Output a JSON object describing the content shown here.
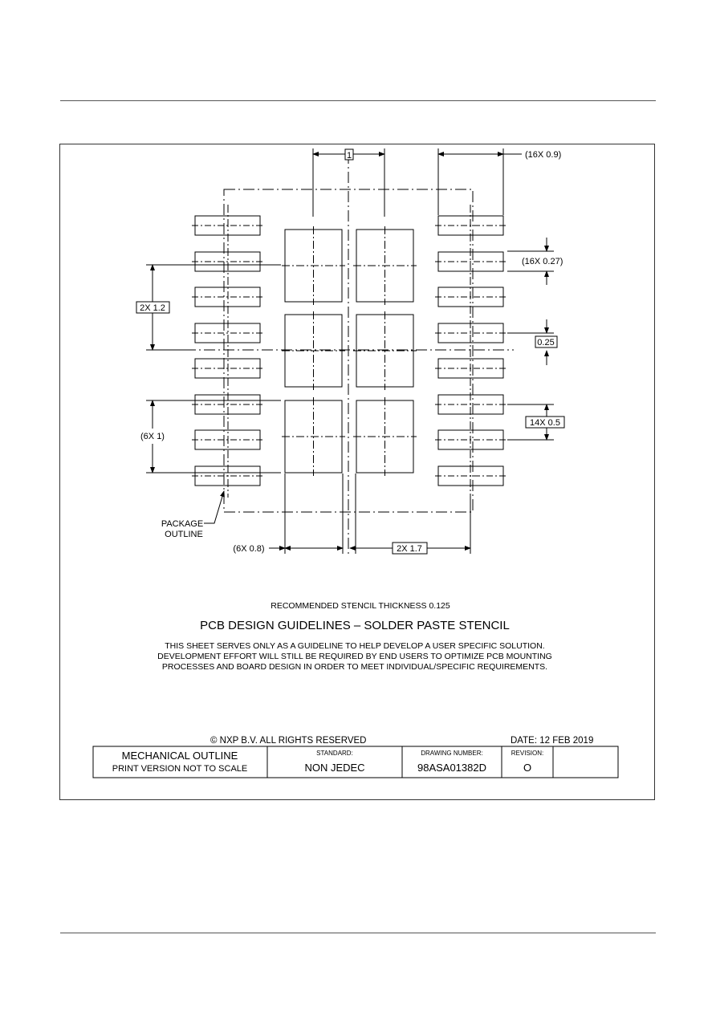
{
  "dimensions": {
    "top_pitch": "1",
    "pad_width": "(16X 0.9)",
    "pad_height": "(16X 0.27)",
    "gap": "0.25",
    "pitch": "14X 0.5",
    "left_span": "2X 1.2",
    "left_pitch": "(6X 1)",
    "bottom_width": "(6X 0.8)",
    "bottom_span": "2X 1.7",
    "package_outline_1": "PACKAGE",
    "package_outline_2": "OUTLINE"
  },
  "notes": {
    "stencil_thickness": "RECOMMENDED STENCIL THICKNESS 0.125",
    "heading": "PCB DESIGN GUIDELINES – SOLDER PASTE STENCIL",
    "disclaimer_line1": "THIS SHEET SERVES ONLY AS A GUIDELINE TO HELP DEVELOP A USER SPECIFIC SOLUTION.",
    "disclaimer_line2": "DEVELOPMENT EFFORT WILL STILL BE REQUIRED BY END USERS TO OPTIMIZE PCB MOUNTING",
    "disclaimer_line3": "PROCESSES AND BOARD DESIGN IN ORDER TO MEET INDIVIDUAL/SPECIFIC REQUIREMENTS."
  },
  "title_block": {
    "copyright": "© NXP B.V. ALL RIGHTS RESERVED",
    "date": "DATE:  12 FEB 2019",
    "outline_title": "MECHANICAL OUTLINE",
    "outline_subtitle": "PRINT VERSION NOT TO SCALE",
    "standard_label": "STANDARD:",
    "standard_value": "NON JEDEC",
    "drawing_number_label": "DRAWING NUMBER:",
    "drawing_number_value": "98ASA01382D",
    "revision_label": "REVISION:",
    "revision_value": "O"
  }
}
